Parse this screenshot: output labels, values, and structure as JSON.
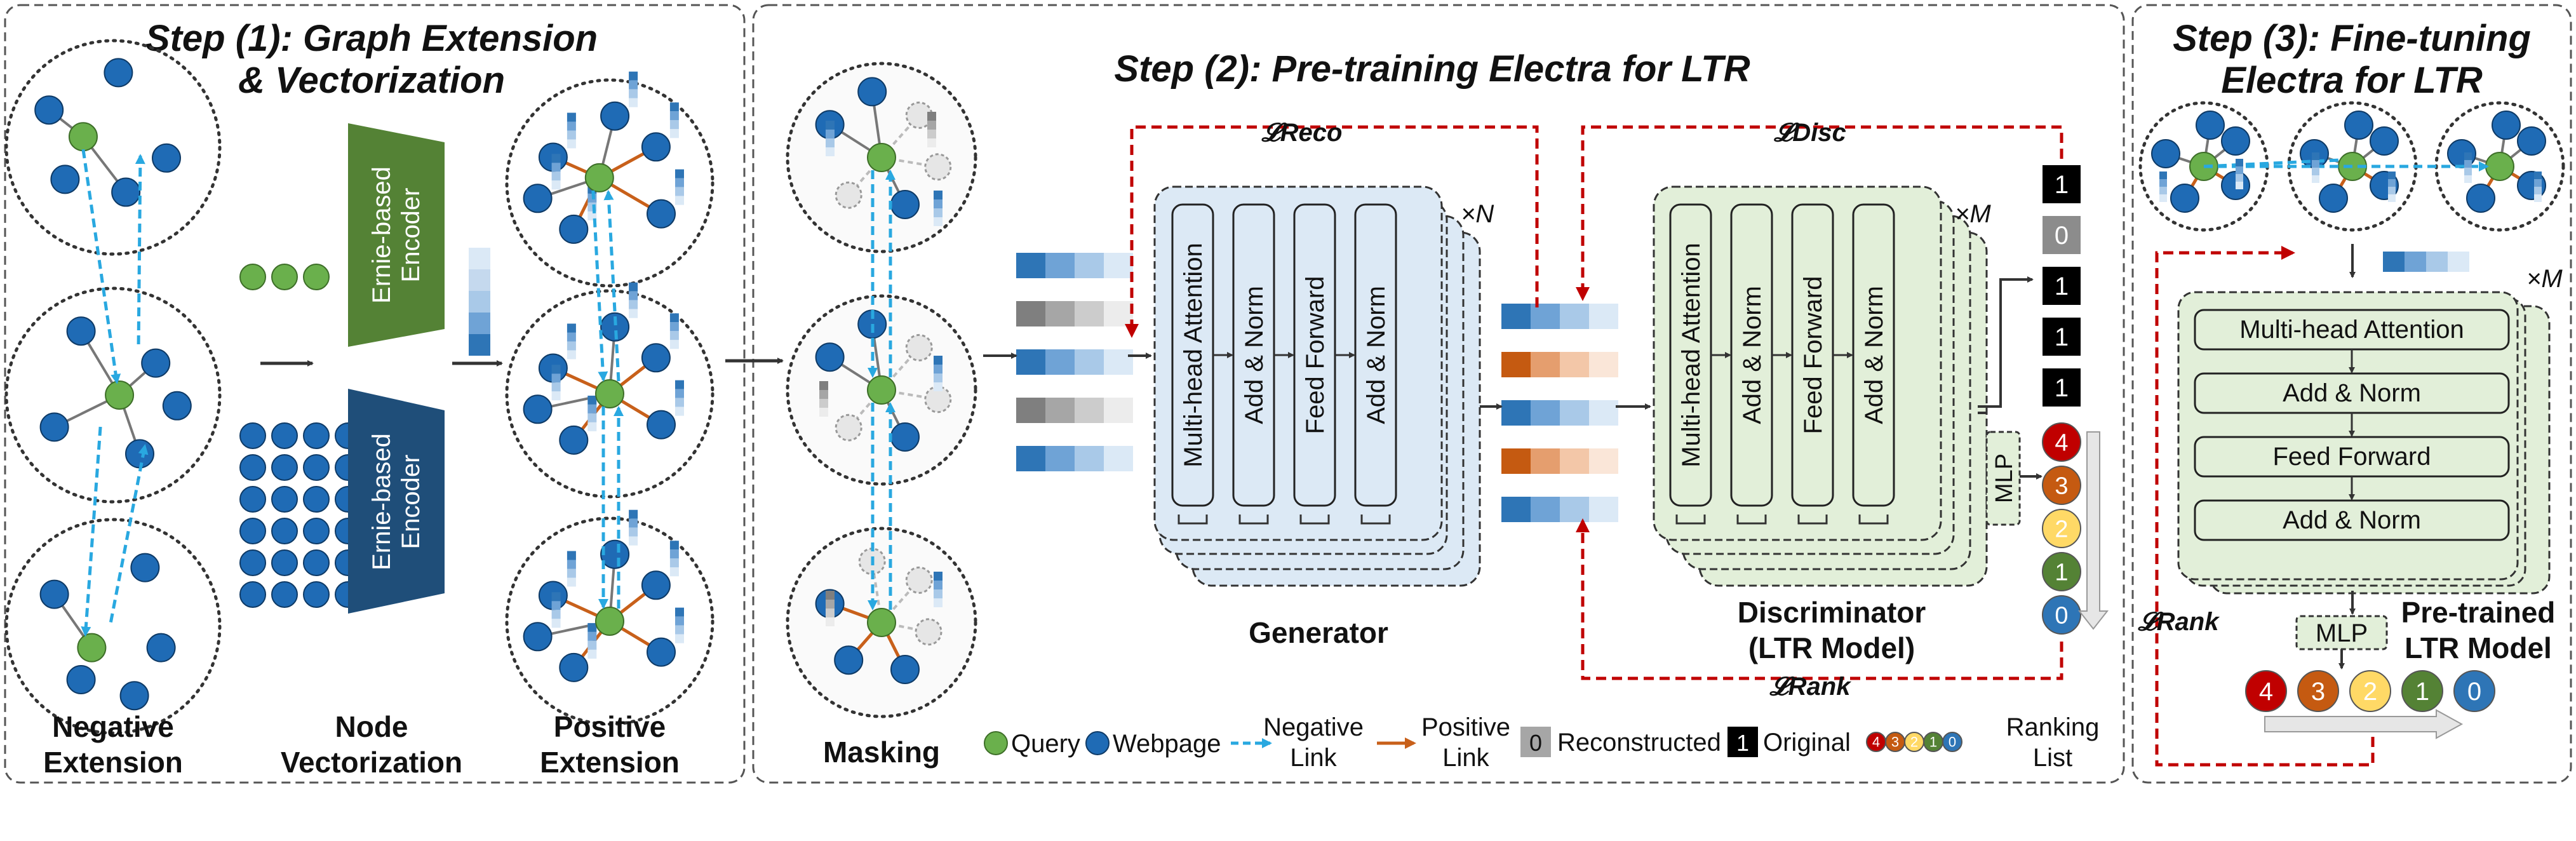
{
  "panels": {
    "step1_title_line1": "Step (1): Graph Extension",
    "step1_title_line2": "& Vectorization",
    "step2_title": "Step (2): Pre-training Electra for LTR",
    "step3_title_line1": "Step (3): Fine-tuning",
    "step3_title_line2": "Electra for LTR"
  },
  "step1": {
    "negative_extension": [
      "Negative",
      "Extension"
    ],
    "node_vectorization": [
      "Node",
      "Vectorization"
    ],
    "positive_extension": [
      "Positive",
      "Extension"
    ],
    "encoder_top": [
      "Ernie-based",
      "Encoder"
    ],
    "encoder_bottom": [
      "Ernie-based",
      "Encoder"
    ]
  },
  "step2": {
    "masking": "Masking",
    "loss_reco": "𝓛Reco",
    "loss_disc": "𝓛Disc",
    "loss_rank": "𝓛Rank",
    "generator_layers": [
      "Multi-head Attention",
      "Add & Norm",
      "Feed Forward",
      "Add & Norm"
    ],
    "generator_repeat": "×N",
    "generator_label": "Generator",
    "discriminator_layers": [
      "Multi-head Attention",
      "Add & Norm",
      "Feed Forward",
      "Add & Norm"
    ],
    "discriminator_repeat": "×M",
    "discriminator_label": [
      "Discriminator",
      "(LTR Model)"
    ],
    "mlp": "MLP",
    "binary_outputs": [
      "1",
      "0",
      "1",
      "1",
      "1"
    ],
    "ranking_outputs": [
      "4",
      "3",
      "2",
      "1",
      "0"
    ]
  },
  "step3": {
    "layers": [
      "Multi-head Attention",
      "Add & Norm",
      "Feed Forward",
      "Add & Norm"
    ],
    "repeat": "×M",
    "mlp": "MLP",
    "loss_rank": "𝓛Rank",
    "pretrained_label": [
      "Pre-trained",
      "LTR Model"
    ],
    "ranking_outputs": [
      "4",
      "3",
      "2",
      "1",
      "0"
    ]
  },
  "legend": {
    "query": "Query",
    "webpage": "Webpage",
    "negative_link": [
      "Negative",
      "Link"
    ],
    "positive_link": [
      "Positive",
      "Link"
    ],
    "reconstructed_token": "0",
    "reconstructed": "Reconstructed",
    "original_token": "1",
    "original": "Original",
    "ranking_tokens": [
      "4",
      "3",
      "2",
      "1",
      "0"
    ],
    "ranking_list": [
      "Ranking",
      "List"
    ]
  },
  "colors": {
    "query": "#6ab04c",
    "webpage": "#1f6bb5",
    "negative_link": "#29a8e0",
    "positive_link": "#c8601a",
    "loss_arrow": "#c00000",
    "encoder_green": "#548235",
    "encoder_navy": "#1f4e79",
    "generator_fill": "#dce9f5",
    "discriminator_fill": "#e2efd9",
    "rank_colors": [
      "#c00000",
      "#c55a11",
      "#ffd966",
      "#548235",
      "#2e75b6"
    ]
  }
}
